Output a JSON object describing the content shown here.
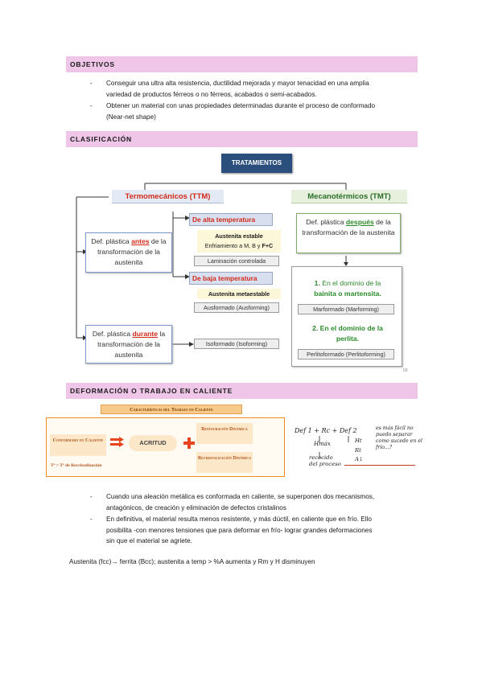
{
  "objetivos": {
    "title": "OBJETIVOS",
    "items": [
      {
        "line1": "Conseguir una ultra alta resistencia, ductilidad mejorada y mayor tenacidad en una amplia",
        "line2": "variedad de productos férreos o no férreos, acabados o semi-acabados."
      },
      {
        "line1": "Obtener un material con unas propiedades determinadas durante el proceso de conformado",
        "line2": "(Near-net shape)"
      }
    ]
  },
  "clasificacion": {
    "title": "CLASIFICACIÓN",
    "root": "TRATAMIENTOS",
    "ttm": "Termomecánicos (TTM)",
    "tmt": "Mecanotérmicos (TMT)",
    "antes": {
      "pre": "Def. plástica ",
      "key": "antes",
      "post": " de la transformación de la austenita"
    },
    "durante": {
      "pre": "Def. plástica ",
      "key": "durante",
      "post": " la transformación de la austenita"
    },
    "despues": {
      "pre": "Def. plástica ",
      "key": "después",
      "post": " de la transformación de la austenita"
    },
    "alta": "De alta temperatura",
    "baja": "De baja temperatura",
    "austenita_estable": "Austenita estable",
    "enfriamiento": "Enfriamiento a M, B y ",
    "enfriamiento_bold": "F+C",
    "laminacion": "Laminación controlada",
    "austenita_meta": "Austenita metaestable",
    "ausformado": "Ausformado (Ausforming)",
    "isoformado": "Isoformado (Isoforming)",
    "dominio1_num": "1.",
    "dominio1_a": " En el dominio de la",
    "dominio1_b": "bainita o martensita.",
    "marformado": "Marformado (Marforming)",
    "dominio2_a": "2. En el dominio de la",
    "dominio2_b": "perlita.",
    "perlitoformado": "Perlitoformado (Perlitoforming)",
    "page_ref": "69"
  },
  "deformacion": {
    "title": "DEFORMACIÓN O TRABAJO EN CALIENTE",
    "banner": "Características del Trabajo en Caliente",
    "conformado": "Conformado en Caliente",
    "temp": "Tª > Tª de Recristalización",
    "acritud": "ACRITUD",
    "restauracion": "Restauración Dinámica",
    "recristalizacion": "Recristalización Dinámica",
    "hand1": "Def 1 + Rc + Def 2",
    "hand2": "Hmáx",
    "hand3": "recocido del proceso",
    "hand4": "Ht",
    "hand5": "Rt",
    "hand6": "A↓",
    "hand7": "es más fácil no puedo separar como sucede en el frío...?",
    "items": [
      {
        "line1": "Cuando una aleación metálica es conformada en caliente, se superponen dos mecanismos,",
        "line2": "antagónicos, de creación y eliminación de defectos cristalinos"
      },
      {
        "line1": "En definitiva, el material resulta menos resistente, y más dúctil, en caliente que en frío. Ello",
        "line2": "posibilita -con menores tensiones que para deformar en frío- lograr grandes deformaciones",
        "line3": "sin que el material se agriete."
      }
    ],
    "austenita": "Austenita (fcc)→ ferrita (Bcc); austenita a temp > %A aumenta y Rm y H disminuyen"
  },
  "colors": {
    "band": "#efc6e8",
    "root": "#2b4f7c",
    "red": "#d22a1a",
    "green": "#2a8a2a",
    "blue_box": "#7b96c8",
    "orange": "#f08a1e"
  }
}
